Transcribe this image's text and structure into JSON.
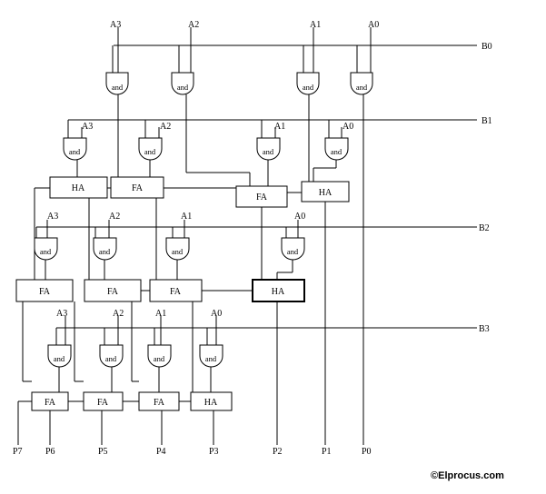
{
  "diagram": {
    "input_a": [
      "A3",
      "A2",
      "A1",
      "A0"
    ],
    "input_b": [
      "B0",
      "B1",
      "B2",
      "B3"
    ],
    "gate_label": "and",
    "half_adder_label": "HA",
    "full_adder_label": "FA",
    "products": [
      "P7",
      "P6",
      "P5",
      "P4",
      "P3",
      "P2",
      "P1",
      "P0"
    ],
    "watermark": "©Elprocus.com",
    "watermark_color": "#1f5a86"
  }
}
